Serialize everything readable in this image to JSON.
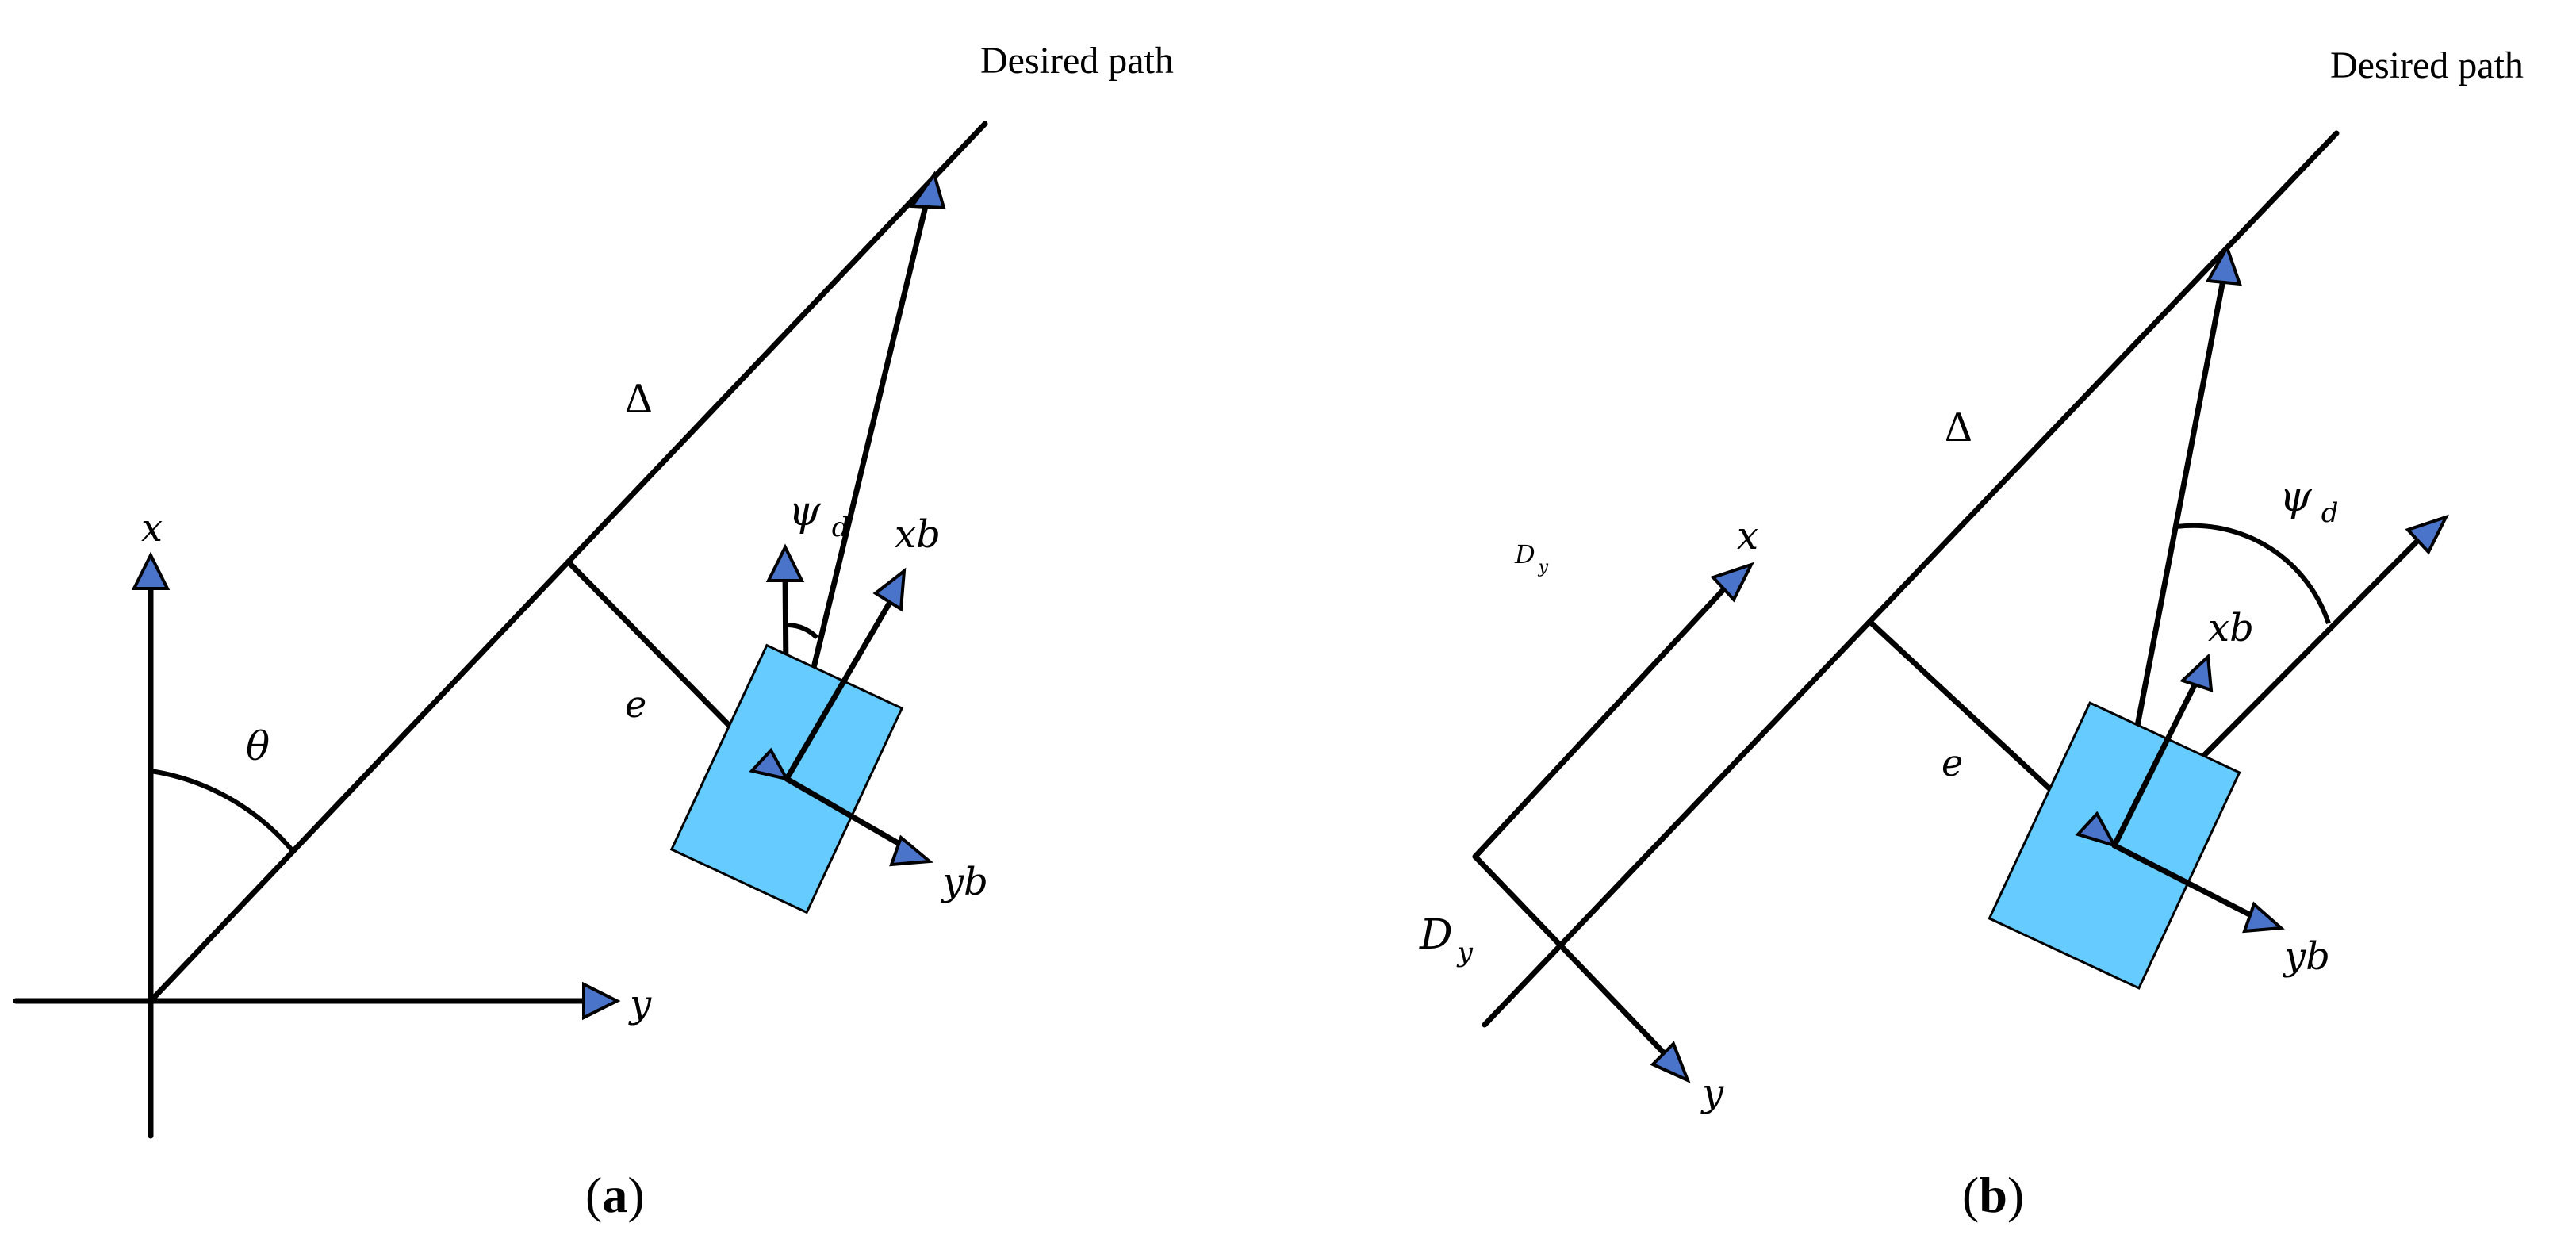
{
  "figure": {
    "panel_a": {
      "label_open": "(",
      "label_letter": "a",
      "label_close": ")",
      "path_label": "Desired path",
      "delta_label": "Δ",
      "theta_label": "θ",
      "x_label": "x",
      "y_label": "y",
      "e_label": "e",
      "psi_label": "ψ",
      "psi_sub": "d",
      "xb_label": "xb",
      "yb_label": "yb"
    },
    "panel_b": {
      "label_open": "(",
      "label_letter": "b",
      "label_close": ")",
      "path_label": "Desired path",
      "delta_label": "Δ",
      "x_label": "x",
      "y_label": "y",
      "e_label": "e",
      "psi_label": "ψ",
      "psi_sub": "d",
      "xb_label": "xb",
      "yb_label": "yb",
      "dy_small_main": "D",
      "dy_small_sub": "y",
      "dy_main": "D",
      "dy_sub": "y"
    },
    "colors": {
      "vehicle_fill": "#66ccff",
      "arrowhead_fill": "#4a74c9",
      "line": "#000000"
    }
  }
}
